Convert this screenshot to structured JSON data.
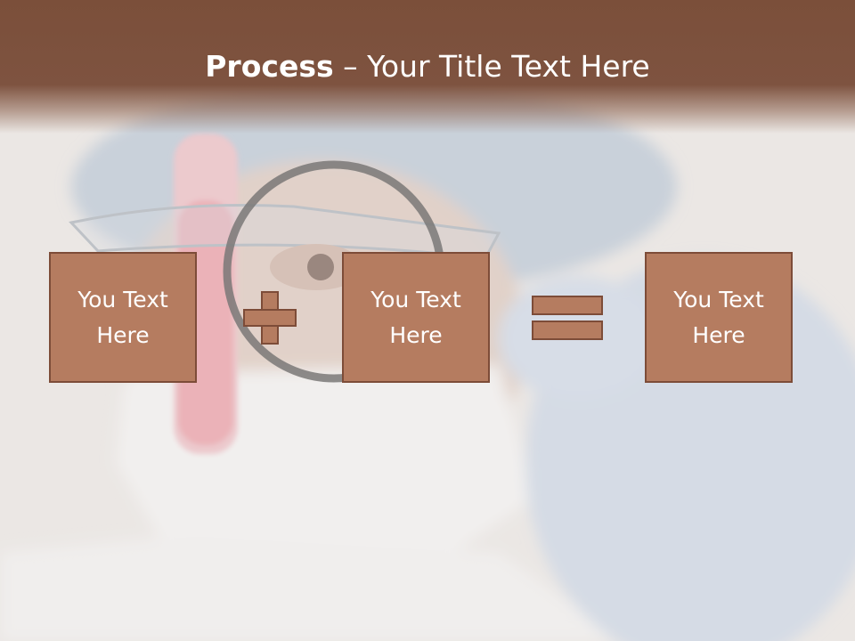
{
  "slide": {
    "title_bold": "Process",
    "title_rest": " – Your Title Text Here",
    "boxes": [
      {
        "line1": "You Text",
        "line2": "Here"
      },
      {
        "line1": "You Text",
        "line2": "Here"
      },
      {
        "line1": "You Text",
        "line2": "Here"
      }
    ],
    "operators": [
      "plus-icon",
      "equals-icon"
    ]
  },
  "colors": {
    "header": "#7b4f3a",
    "box_fill": "#b57c60",
    "box_border": "#7d4c38",
    "text": "#ffffff"
  }
}
